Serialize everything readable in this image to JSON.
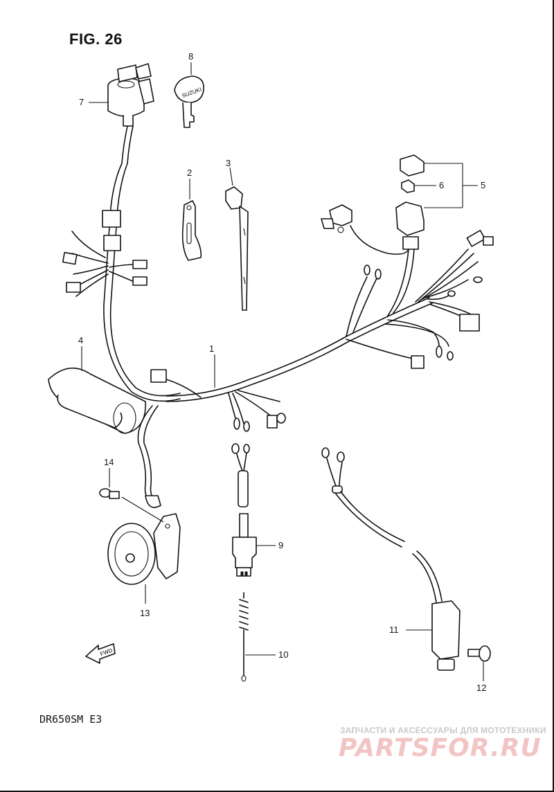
{
  "figure": {
    "title": "FIG. 26",
    "model": "DR650SM  E3"
  },
  "callouts": [
    {
      "id": "1",
      "label": "1"
    },
    {
      "id": "2",
      "label": "2"
    },
    {
      "id": "3",
      "label": "3"
    },
    {
      "id": "4",
      "label": "4"
    },
    {
      "id": "5",
      "label": "5"
    },
    {
      "id": "6",
      "label": "6"
    },
    {
      "id": "7",
      "label": "7"
    },
    {
      "id": "8",
      "label": "8"
    },
    {
      "id": "9",
      "label": "9"
    },
    {
      "id": "10",
      "label": "10"
    },
    {
      "id": "11",
      "label": "11"
    },
    {
      "id": "12",
      "label": "12"
    },
    {
      "id": "13",
      "label": "13"
    },
    {
      "id": "14",
      "label": "14"
    }
  ],
  "key_brand": "SUZUKI",
  "direction_label": "FWD",
  "watermark": {
    "line1": "ЗАПЧАСТИ И АКСЕССУАРЫ ДЛЯ МОТОТЕХНИКИ",
    "logo": "PARTSFOR.RU"
  }
}
